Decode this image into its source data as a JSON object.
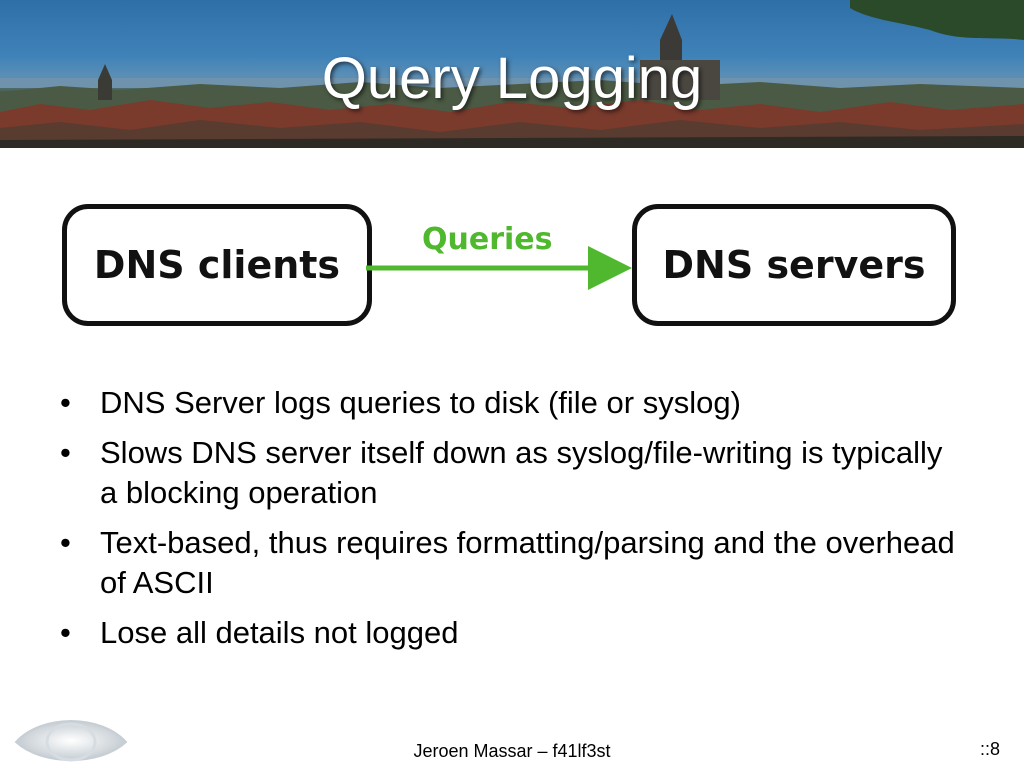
{
  "slide": {
    "title": "Query Logging"
  },
  "diagram": {
    "source_node": "DNS clients",
    "target_node": "DNS servers",
    "edge_label": "Queries",
    "edge_color": "#4fb82e"
  },
  "bullets": [
    "DNS Server logs queries to disk (file or syslog)",
    "Slows DNS server itself down as syslog/file-writing is typically a blocking operation",
    "Text-based, thus requires formatting/parsing and the overhead of ASCII",
    "Lose all details not logged"
  ],
  "footer": {
    "author": "Jeroen Massar – f41lf3st",
    "page": "::8"
  }
}
